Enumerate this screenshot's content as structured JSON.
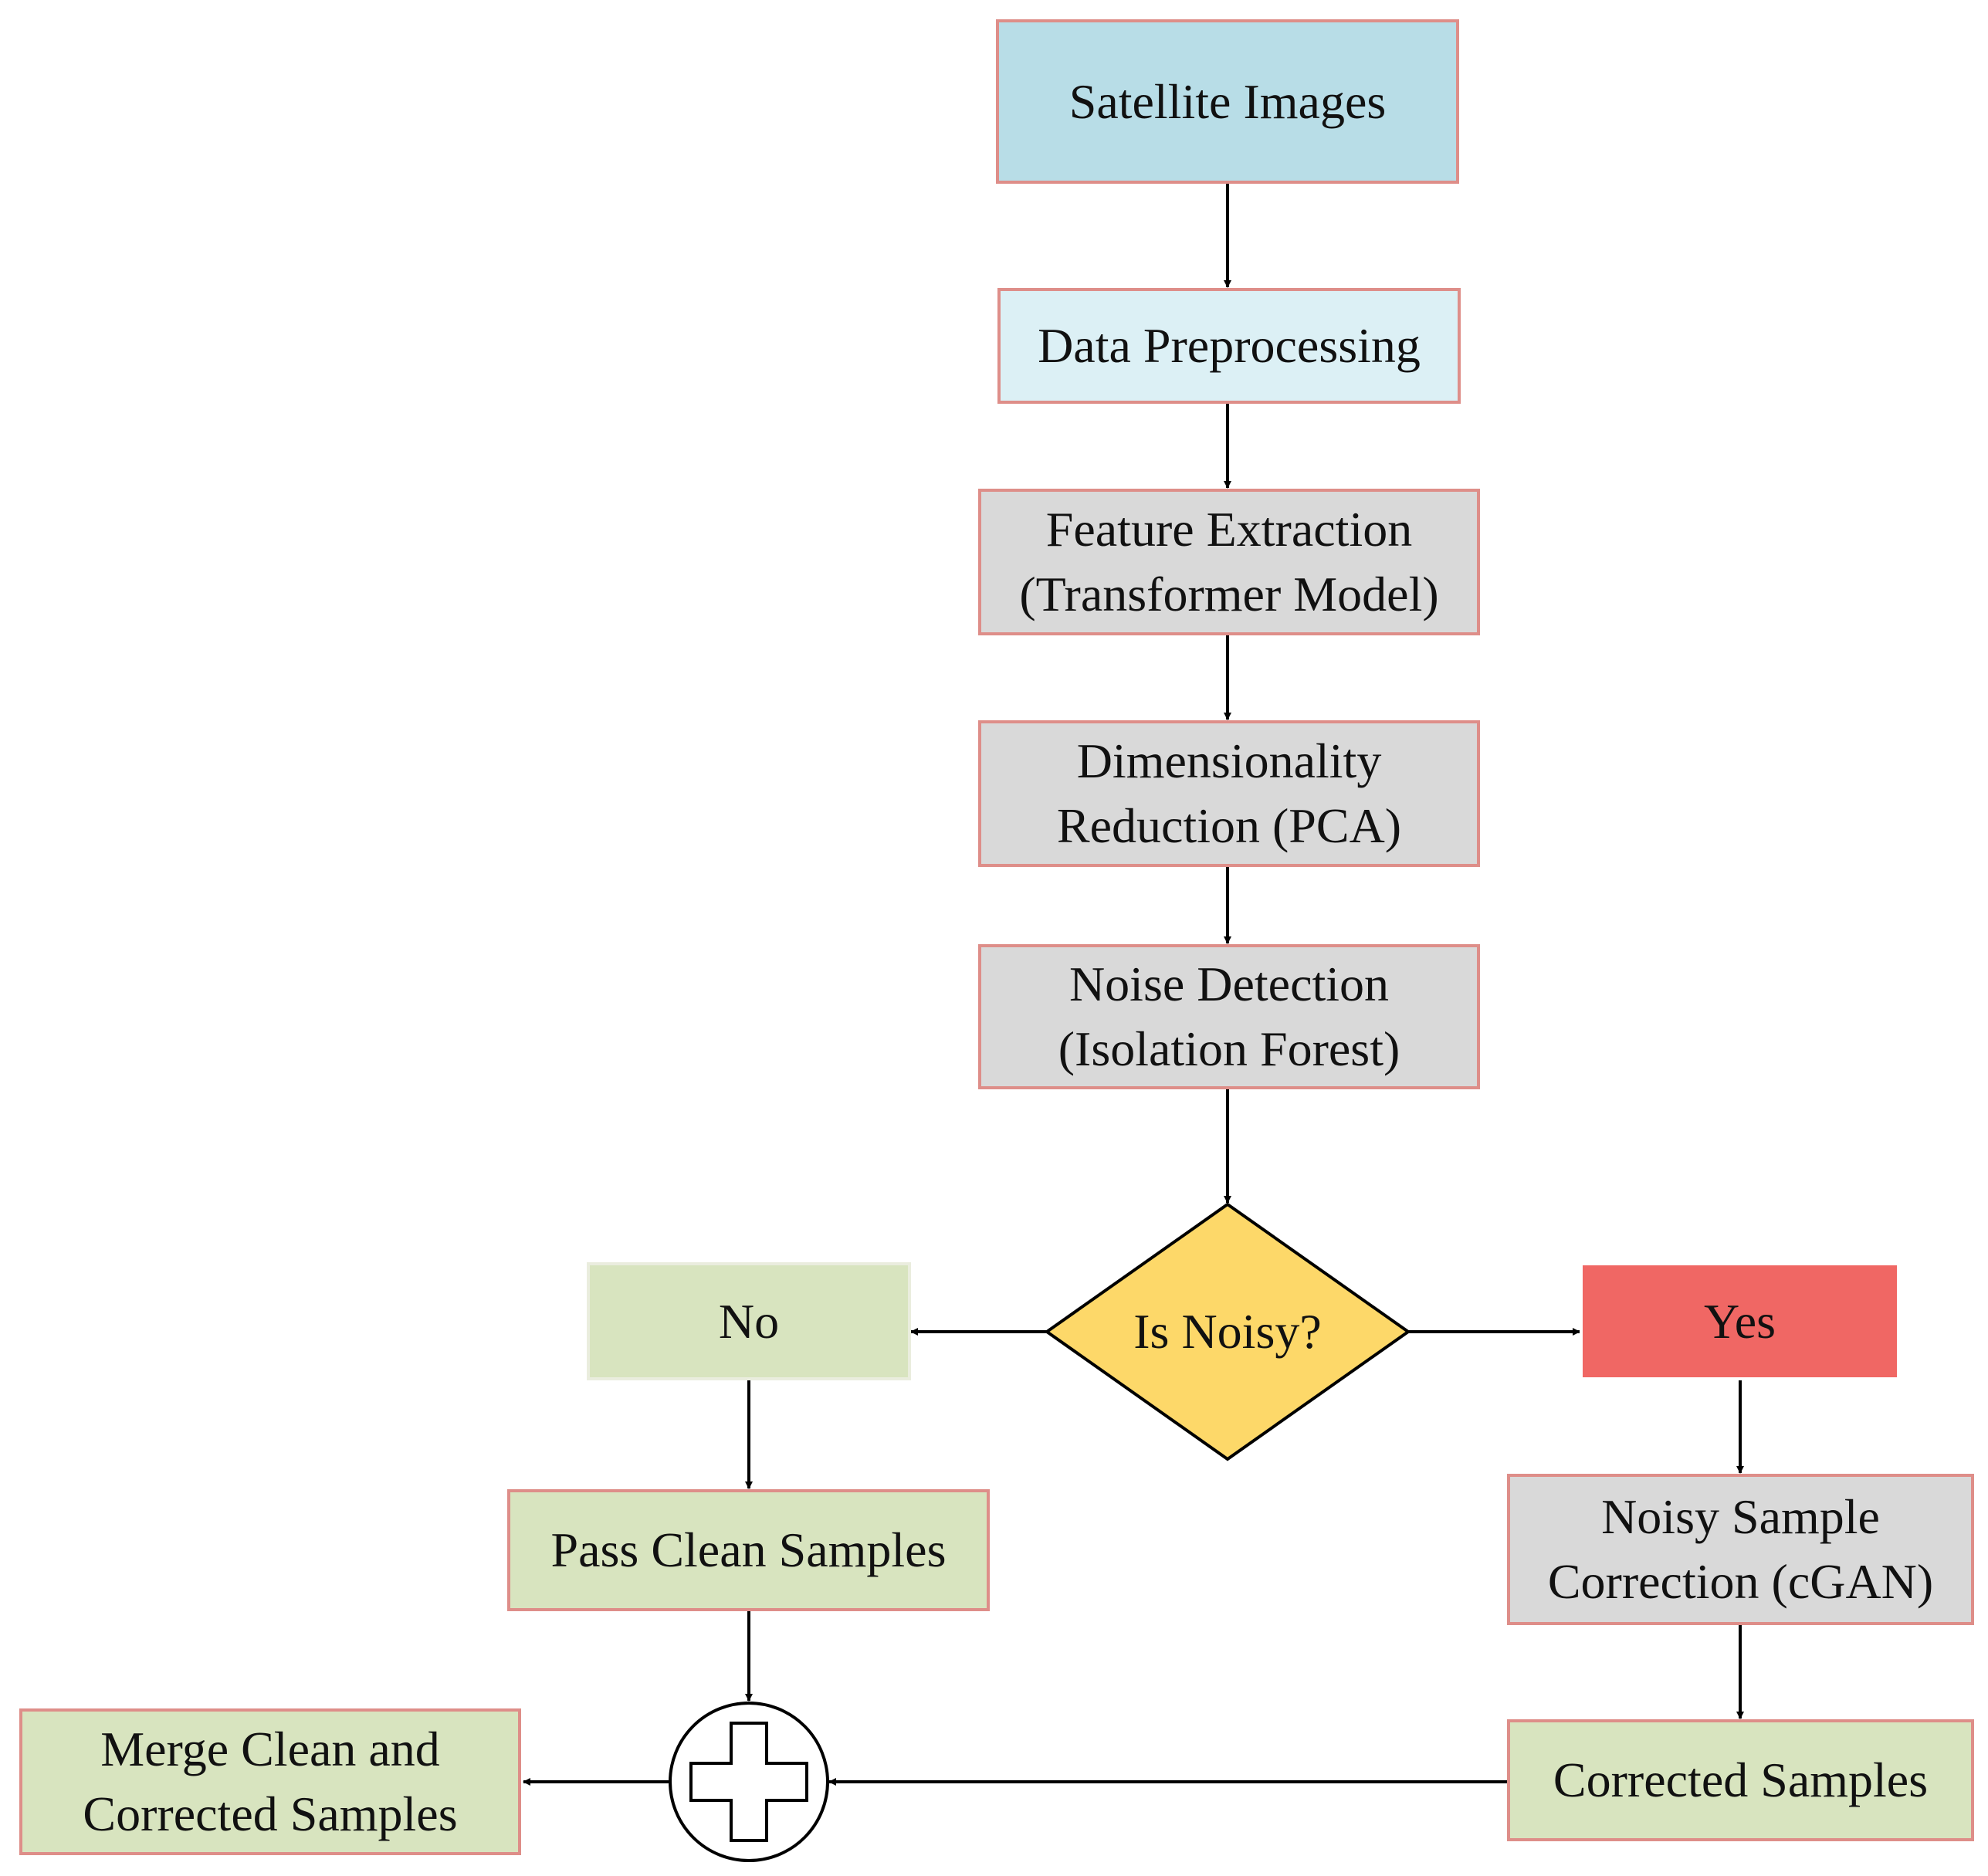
{
  "diagram": {
    "nodes": {
      "satellite_images": {
        "lines": [
          "Satellite Images"
        ]
      },
      "data_preprocessing": {
        "lines": [
          "Data Preprocessing"
        ]
      },
      "feature_extraction": {
        "lines": [
          "Feature Extraction",
          "(Transformer Model)"
        ]
      },
      "dimensionality_reduction": {
        "lines": [
          "Dimensionality",
          "Reduction (PCA)"
        ]
      },
      "noise_detection": {
        "lines": [
          "Noise Detection",
          "(Isolation Forest)"
        ]
      },
      "decision": {
        "label": "Is Noisy?"
      },
      "branch_no": {
        "label": "No"
      },
      "branch_yes": {
        "label": "Yes"
      },
      "pass_clean": {
        "lines": [
          "Pass Clean Samples"
        ]
      },
      "noisy_correction": {
        "lines": [
          "Noisy Sample",
          "Correction (cGAN)"
        ]
      },
      "corrected_samples": {
        "lines": [
          "Corrected Samples"
        ]
      },
      "merge": {
        "lines": [
          "Merge Clean and",
          "Corrected Samples"
        ]
      }
    },
    "colors": {
      "blue": "#b8dde7",
      "light_blue": "#dcf0f5",
      "gray": "#d9d9d9",
      "green": "#d8e4bf",
      "red": "#f06764",
      "yellow": "#fdd869",
      "border_rose": "#de8e89",
      "border_light": "#eaedde",
      "border_red": "#ffffff",
      "arrow": "#000000"
    }
  }
}
